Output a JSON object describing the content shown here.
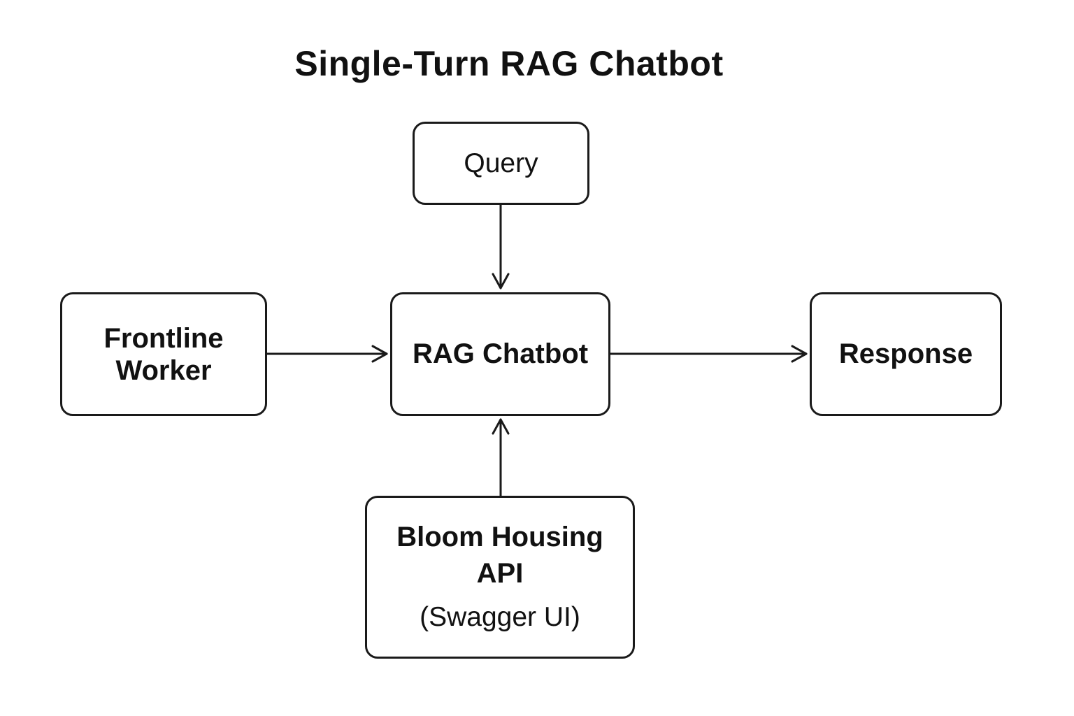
{
  "diagram": {
    "title": "Single-Turn RAG Chatbot",
    "nodes": {
      "query": {
        "label": "Query"
      },
      "frontline_worker": {
        "line1": "Frontline",
        "line2": "Worker"
      },
      "rag_chatbot": {
        "label": "RAG Chatbot"
      },
      "response": {
        "label": "Response"
      },
      "bloom_housing_api": {
        "line1": "Bloom Housing",
        "line2": "API",
        "sublabel": "(Swagger UI)"
      }
    },
    "edges": [
      {
        "from": "query",
        "to": "rag_chatbot"
      },
      {
        "from": "frontline_worker",
        "to": "rag_chatbot"
      },
      {
        "from": "rag_chatbot",
        "to": "response"
      },
      {
        "from": "bloom_housing_api",
        "to": "rag_chatbot"
      }
    ],
    "colors": {
      "stroke": "#1a1a1a",
      "background": "#ffffff",
      "text": "#111111"
    }
  }
}
